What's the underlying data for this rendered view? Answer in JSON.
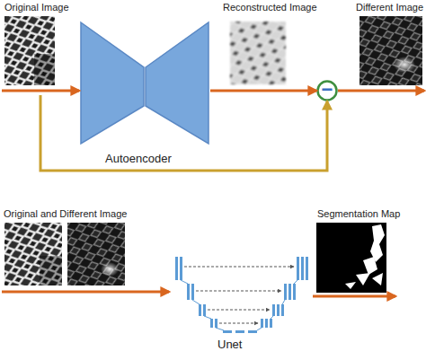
{
  "diagram": {
    "nodes": [
      {
        "text": [
          "Original Image"
        ]
      },
      {
        "text": [
          "Autoencoder"
        ]
      },
      {
        "text": [
          "Reconstructed Image"
        ]
      },
      {
        "text": [
          "−"
        ]
      },
      {
        "text": [
          "Different Image"
        ]
      },
      {
        "text": [
          "Original and Different Image"
        ]
      },
      {
        "text": [
          "Unet"
        ]
      },
      {
        "text": [
          "Segmentation Map"
        ]
      }
    ],
    "edges": [
      {
        "from": 0,
        "to": 1,
        "arrow": "to"
      },
      {
        "from": 1,
        "to": 3,
        "arrow": "to"
      },
      {
        "from": 0,
        "to": 3,
        "arrow": "to"
      },
      {
        "from": 3,
        "to": 4,
        "arrow": "to"
      },
      {
        "from": 5,
        "to": 6,
        "arrow": "to"
      },
      {
        "from": 6,
        "to": 7,
        "arrow": "to"
      }
    ]
  }
}
